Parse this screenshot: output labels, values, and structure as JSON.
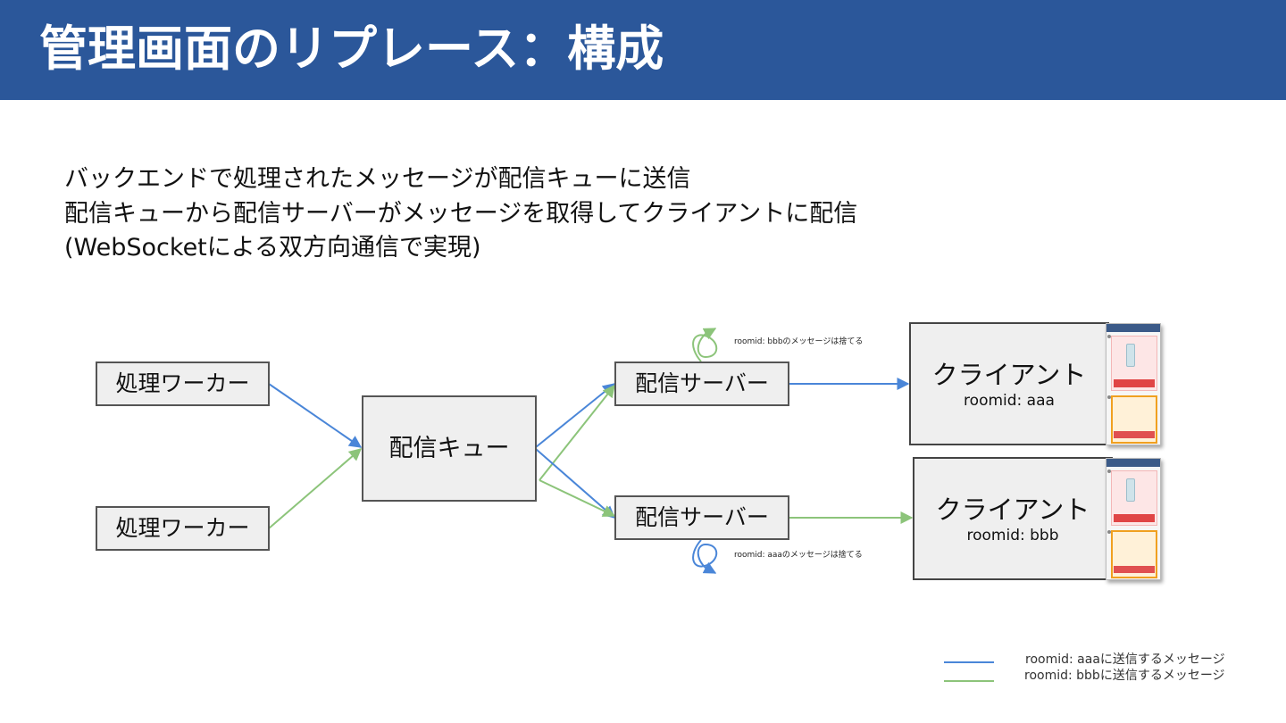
{
  "header": {
    "title": "管理画面のリプレース：構成"
  },
  "description": {
    "lines": [
      "バックエンドで処理されたメッセージが配信キューに送信",
      "配信キューから配信サーバーがメッセージを取得してクライアントに配信",
      "(WebSocketによる双方向通信で実現)"
    ]
  },
  "diagram": {
    "worker_top": "処理ワーカー",
    "worker_bottom": "処理ワーカー",
    "queue": "配信キュー",
    "server_top": "配信サーバー",
    "server_bottom": "配信サーバー",
    "client_top": {
      "title": "クライアント",
      "room": "roomid: aaa"
    },
    "client_bottom": {
      "title": "クライアント",
      "room": "roomid: bbb"
    },
    "note_top": "roomid: bbbのメッセージは捨てる",
    "note_bottom": "roomid: aaaのメッセージは捨てる"
  },
  "legend": {
    "items": [
      {
        "label": "roomid: aaaに送信するメッセージ",
        "color": "#4a86d8"
      },
      {
        "label": "roomid: bbbに送信するメッセージ",
        "color": "#8cc47a"
      }
    ]
  },
  "colors": {
    "header_bg": "#2b579a",
    "aaa_line": "#4a86d8",
    "bbb_line": "#8cc47a"
  }
}
